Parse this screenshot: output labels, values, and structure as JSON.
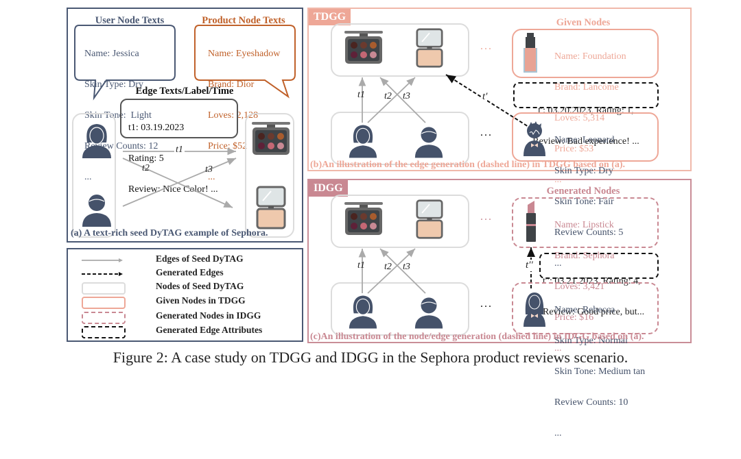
{
  "figure_caption": "Figure 2: A case study on TDGG and IDGG in the Sephora product reviews scenario.",
  "colors": {
    "seed_panel_border": "#4a5873",
    "tdgg_accent": "#eea797",
    "idgg_accent": "#c98892",
    "icon_dark": "#45526a",
    "seed_node_border": "#dcdcdc",
    "product_text": "#c0612a"
  },
  "panel_a": {
    "user_node_title": "User Node Texts",
    "user_node_lines": [
      "Name: Jessica",
      "Skin Type: Dry",
      "Skin Tone:  Light",
      "Review Counts: 12",
      "..."
    ],
    "product_node_title": "Product Node Texts",
    "product_node_lines": [
      "Name: Eyeshadow",
      "Brand: Dior",
      "Loves: 2,128",
      "Price: $52",
      "..."
    ],
    "edge_title": "Edge Texts/Label/Time",
    "edge_lines": [
      "t1: 03.19.2023",
      "Rating: 5",
      "Review: Nice Color! ..."
    ],
    "edge_labels": [
      "t1",
      "t2",
      "t3"
    ],
    "caption": "(a) A text-rich seed DyTAG example of Sephora.",
    "icons": [
      "female-user-icon",
      "male-user-icon",
      "eyeshadow-palette-icon",
      "compact-powder-icon"
    ]
  },
  "legend": {
    "items": [
      {
        "symbol": "solid-gray-arrow",
        "label": "Edges of Seed DyTAG"
      },
      {
        "symbol": "dashed-black-arrow",
        "label": "Generated Edges"
      },
      {
        "symbol": "gray-rounded-box",
        "label": "Nodes of Seed DyTAG"
      },
      {
        "symbol": "salmon-rounded-box",
        "label": "Given Nodes in TDGG"
      },
      {
        "symbol": "dashed-rose-box",
        "label": "Generated Nodes in IDGG"
      },
      {
        "symbol": "dashed-black-box",
        "label": "Generated Edge Attributes"
      }
    ]
  },
  "panel_b": {
    "tag": "TDGG",
    "given_nodes_title": "Given Nodes",
    "product_lines": [
      "Name: Foundation",
      "Brand: Lancôme",
      "Loves: 5,314",
      "Price: $53",
      "..."
    ],
    "edge_attr_lines": [
      "t′: 03.20.2023, Rating: 1,",
      "Review: Bad experience! ..."
    ],
    "user_lines": [
      "Name: Leonard",
      "Skin Type: Dry",
      "Skin Tone: Fair",
      "Review Counts: 5",
      "..."
    ],
    "edge_labels": [
      "t1",
      "t2",
      "t3"
    ],
    "generated_edge_label": "t′",
    "ellipsis": "...",
    "caption": "(b)An illustration of the edge generation (dashed line) in TDGG based on (a).",
    "icons": [
      "foundation-bottle-icon",
      "male-user-bowtie-icon"
    ]
  },
  "panel_c": {
    "tag": "IDGG",
    "generated_nodes_title": "Generated Nodes",
    "product_lines": [
      "Name: Lipstick",
      "Brand: Sephora",
      "Loves: 3,421",
      "Price: $16",
      "..."
    ],
    "edge_attr_lines": [
      "t′′: 03.21.2023, Rating: 4,",
      "Review: Good price, but..."
    ],
    "user_lines": [
      "Name: Rebecca",
      "Skin Type: Normal",
      "Skin Tone: Medium tan",
      "Review Counts: 10",
      "..."
    ],
    "edge_labels": [
      "t1",
      "t2",
      "t3"
    ],
    "generated_edge_label": "t′′",
    "ellipsis": "...",
    "caption": "(c)An illustration of the node/edge generation (dashed line) in IDGG based on (a).",
    "icons": [
      "lipstick-icon",
      "female-user-bowtie-icon"
    ]
  }
}
